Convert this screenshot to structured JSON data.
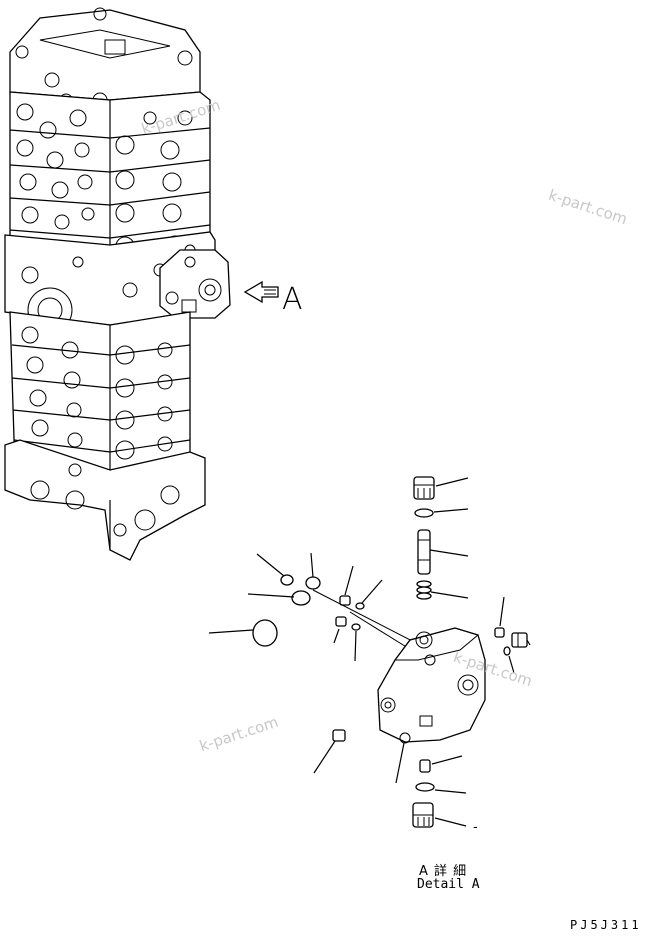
{
  "view_label": "A",
  "detail": {
    "jp": "A 詳 細",
    "en": "Detail A"
  },
  "drawing_code": "PJ5J311",
  "leader_dash": "-",
  "watermark": "k-part.com",
  "colors": {
    "line": "#000000",
    "watermark": "#c8c8c8",
    "background": "#ffffff"
  }
}
